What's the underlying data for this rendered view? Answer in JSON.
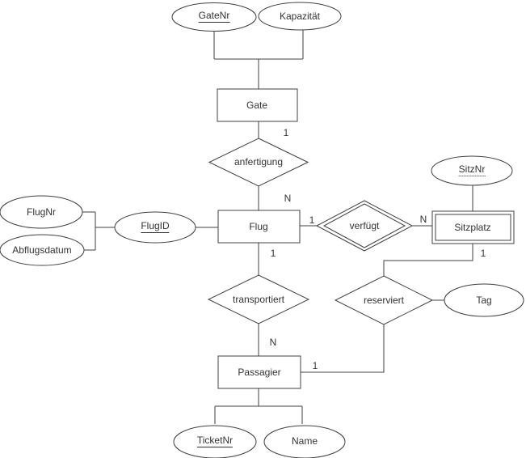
{
  "diagram_type": "entity-relationship-diagram",
  "colors": {
    "background": "#ffffff",
    "stroke": "#404040",
    "text": "#333333"
  },
  "nodes": {
    "gate": {
      "label": "Gate",
      "kind": "entity"
    },
    "flug": {
      "label": "Flug",
      "kind": "entity"
    },
    "sitzplatz": {
      "label": "Sitzplatz",
      "kind": "weak-entity"
    },
    "passagier": {
      "label": "Passagier",
      "kind": "entity"
    },
    "anfertigung": {
      "label": "anfertigung",
      "kind": "relationship"
    },
    "verfuegt": {
      "label": "verfügt",
      "kind": "identifying-relationship"
    },
    "transportiert": {
      "label": "transportiert",
      "kind": "relationship"
    },
    "reserviert": {
      "label": "reserviert",
      "kind": "relationship"
    },
    "gatenr": {
      "label": "GateNr",
      "kind": "attribute",
      "key": "primary"
    },
    "kapazitaet": {
      "label": "Kapazität",
      "kind": "attribute"
    },
    "flugnr": {
      "label": "FlugNr",
      "kind": "attribute"
    },
    "abflugsdatum": {
      "label": "Abflugsdatum",
      "kind": "attribute"
    },
    "flugid": {
      "label": "FlugID",
      "kind": "attribute",
      "key": "primary"
    },
    "sitznr": {
      "label": "SitzNr",
      "kind": "attribute",
      "key": "partial"
    },
    "tag": {
      "label": "Tag",
      "kind": "attribute"
    },
    "ticketnr": {
      "label": "TicketNr",
      "kind": "attribute",
      "key": "primary"
    },
    "name": {
      "label": "Name",
      "kind": "attribute"
    }
  },
  "cardinalities": {
    "gate_anfertigung": "1",
    "anfertigung_flug": "N",
    "flug_verfuegt": "1",
    "verfuegt_sitzplatz": "N",
    "flug_transportiert": "1",
    "transportiert_passagier": "N",
    "sitzplatz_reserviert": "1",
    "passagier_reserviert": "1"
  },
  "edges": [
    {
      "from": "GateNr",
      "to": "Gate"
    },
    {
      "from": "Kapazität",
      "to": "Gate"
    },
    {
      "from": "Gate",
      "to": "anfertigung",
      "cardinality": "1"
    },
    {
      "from": "anfertigung",
      "to": "Flug",
      "cardinality": "N"
    },
    {
      "from": "FlugNr",
      "to": "FlugID"
    },
    {
      "from": "Abflugsdatum",
      "to": "FlugID"
    },
    {
      "from": "FlugID",
      "to": "Flug"
    },
    {
      "from": "Flug",
      "to": "verfügt",
      "cardinality": "1"
    },
    {
      "from": "verfügt",
      "to": "Sitzplatz",
      "cardinality": "N"
    },
    {
      "from": "SitzNr",
      "to": "Sitzplatz"
    },
    {
      "from": "Sitzplatz",
      "to": "reserviert",
      "cardinality": "1"
    },
    {
      "from": "reserviert",
      "to": "Tag"
    },
    {
      "from": "Flug",
      "to": "transportiert",
      "cardinality": "1"
    },
    {
      "from": "transportiert",
      "to": "Passagier",
      "cardinality": "N"
    },
    {
      "from": "Passagier",
      "to": "reserviert",
      "cardinality": "1"
    },
    {
      "from": "TicketNr",
      "to": "Passagier"
    },
    {
      "from": "Name",
      "to": "Passagier"
    }
  ]
}
